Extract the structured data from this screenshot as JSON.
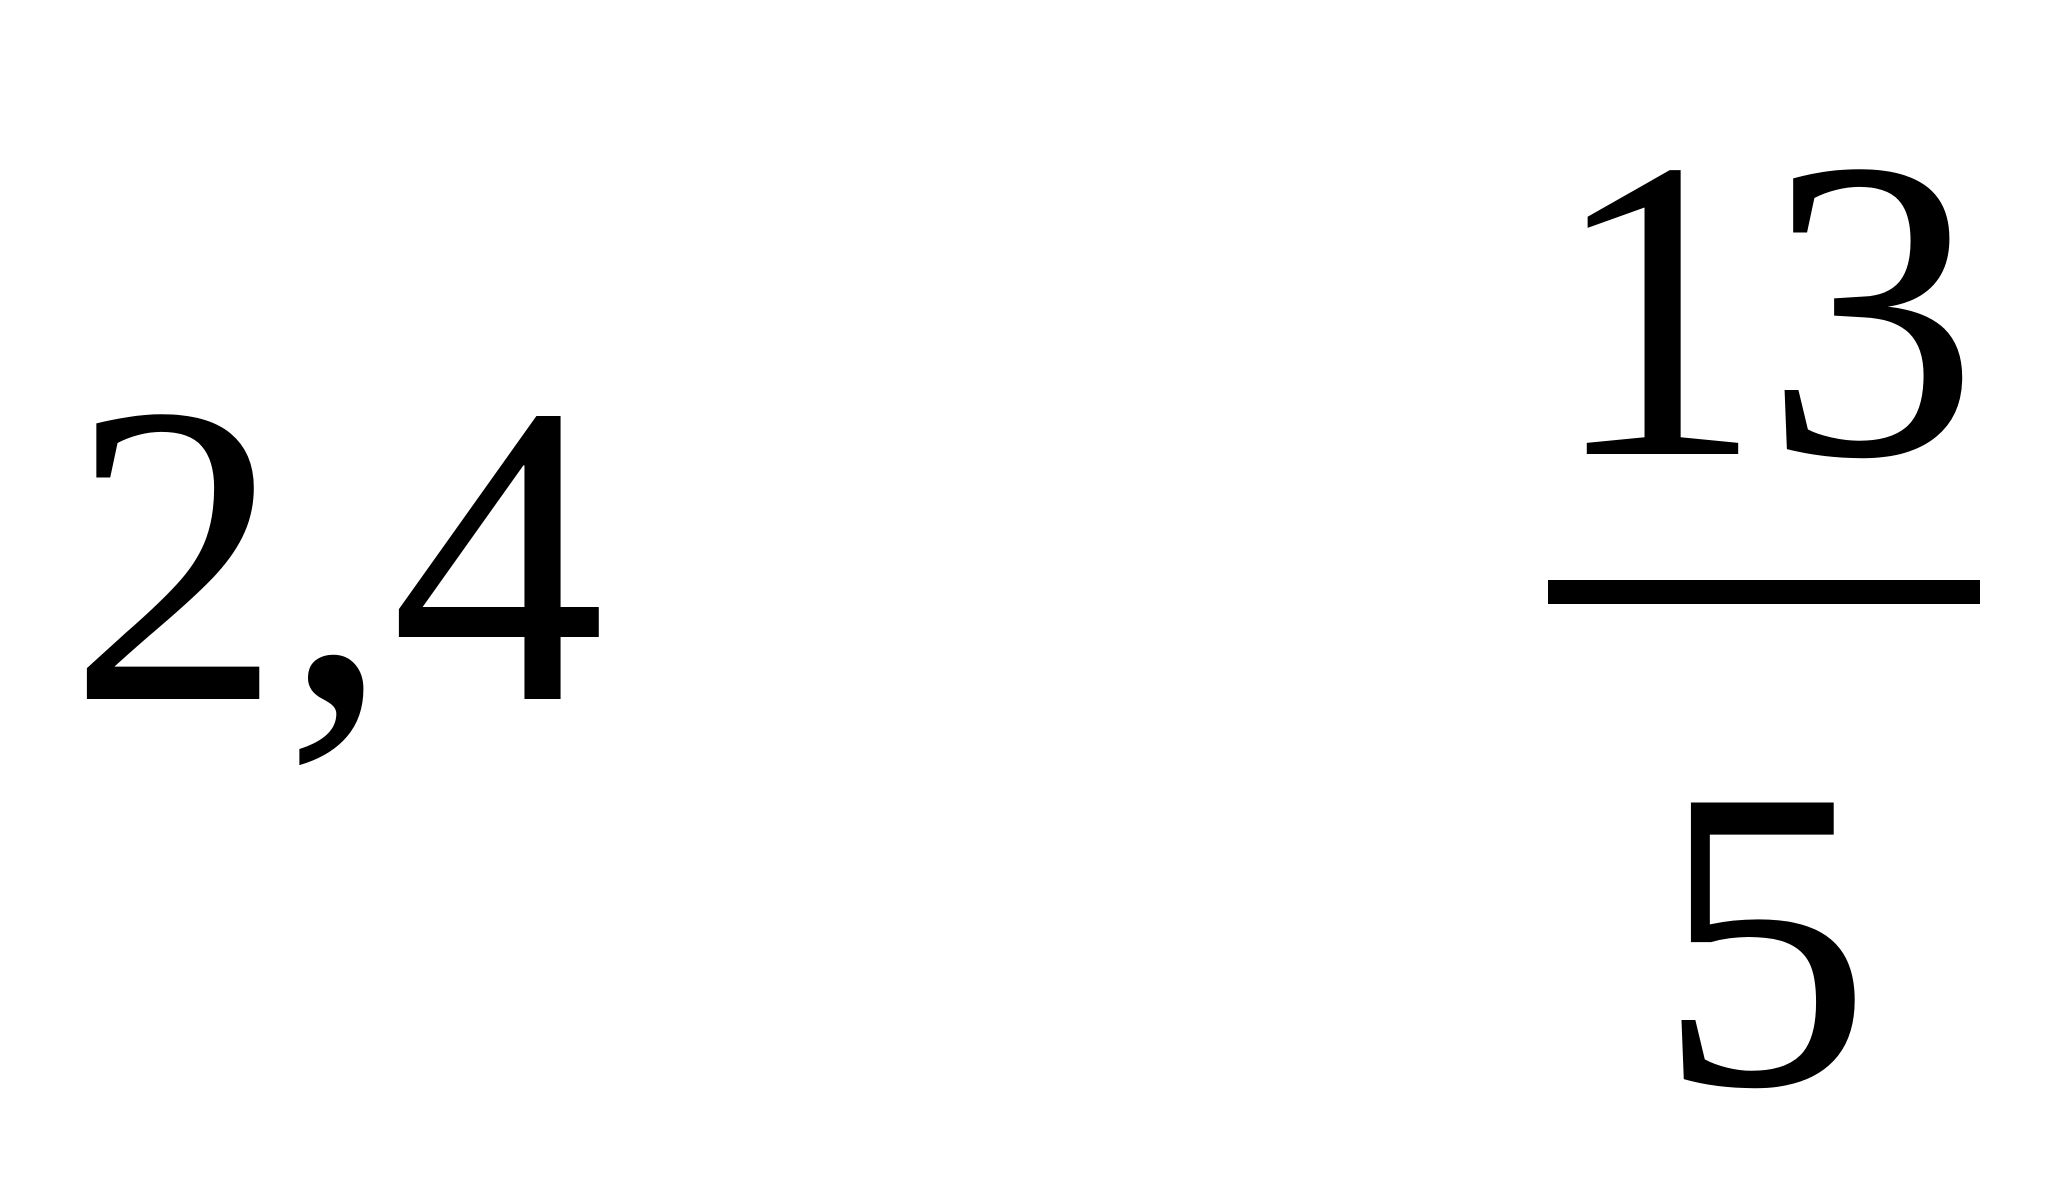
{
  "decimal": {
    "value": "2,4"
  },
  "fraction": {
    "numerator": "13",
    "denominator": "5"
  }
}
